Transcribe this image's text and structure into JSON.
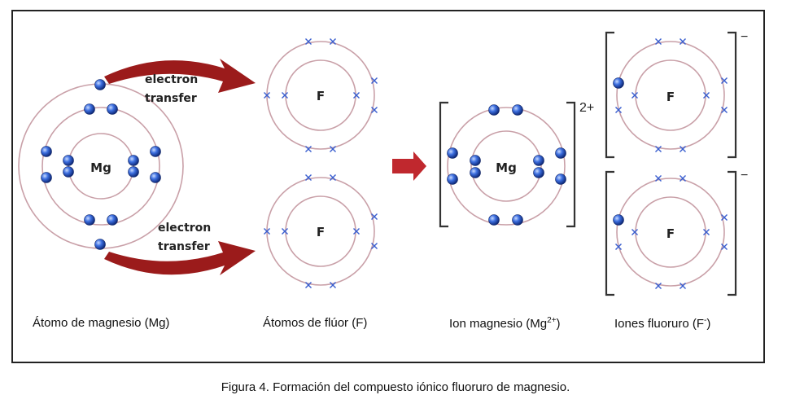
{
  "labels": {
    "mg_symbol": "Mg",
    "f_symbol": "F",
    "electron_transfer_top_1": "electron",
    "electron_transfer_top_2": "transfer",
    "electron_transfer_bottom_1": "electron",
    "electron_transfer_bottom_2": "transfer",
    "mg_charge": "2+",
    "f_charge_top": "−",
    "f_charge_bottom": "−"
  },
  "captions": {
    "mg_atom": "Átomo de magnesio (Mg)",
    "f_atoms": "Átomos de flúor (F)",
    "mg_ion_text": "Ion magnesio (Mg",
    "mg_ion_sup": "2+",
    "mg_ion_close": ")",
    "f_ions_text": "Iones fluoruro (F",
    "f_ions_sup": "-",
    "f_ions_close": ")"
  },
  "figure_caption": "Figura 4. Formación del compuesto iónico fluoruro de magnesio.",
  "colors": {
    "orbit": "#c9a0a8",
    "electron_blue": "#2a55c8",
    "cross_blue": "#3a5fcf",
    "arrow_red": "#9b1b1b",
    "bracket": "#333333"
  }
}
